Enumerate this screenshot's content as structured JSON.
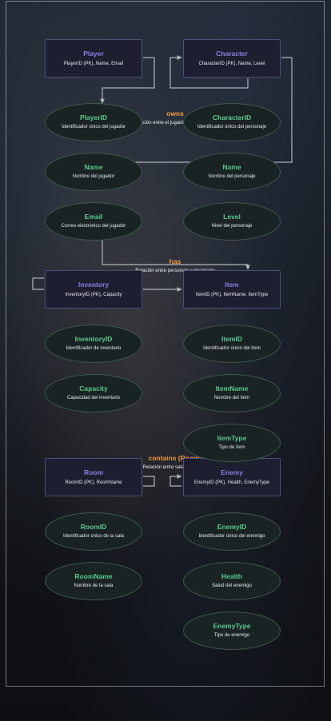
{
  "entities": {
    "player": {
      "name": "Player",
      "attrs": "PlayerID (PK), Name, Email"
    },
    "character": {
      "name": "Character",
      "attrs": "CharacterID (PK), Name, Level"
    },
    "inventory": {
      "name": "Inventory",
      "attrs": "InventoryID (PK), Capacity"
    },
    "item": {
      "name": "Item",
      "attrs": "ItemID (PK), ItemName, ItemType"
    },
    "room": {
      "name": "Room",
      "attrs": "RoomID (PK), RoomName"
    },
    "enemy": {
      "name": "Enemy",
      "attrs": "EnemyID (PK), Health, EnemyType"
    }
  },
  "attributes": {
    "player_id": {
      "name": "PlayerID",
      "desc": "Identificador único del jugador"
    },
    "character_id": {
      "name": "CharacterID",
      "desc": "Identificador único del personaje"
    },
    "player_name": {
      "name": "Name",
      "desc": "Nombre del jugador"
    },
    "character_name": {
      "name": "Name",
      "desc": "Nombre del personaje"
    },
    "email": {
      "name": "Email",
      "desc": "Correo electrónico del jugador"
    },
    "level": {
      "name": "Level",
      "desc": "Nivel del personaje"
    },
    "inventory_id": {
      "name": "InventoryID",
      "desc": "Identificador de inventario"
    },
    "item_id": {
      "name": "ItemID",
      "desc": "Identificador único del ítem"
    },
    "capacity": {
      "name": "Capacity",
      "desc": "Capacidad del inventario"
    },
    "item_name": {
      "name": "ItemName",
      "desc": "Nombre del ítem"
    },
    "item_type": {
      "name": "ItemType",
      "desc": "Tipo de ítem"
    },
    "room_id": {
      "name": "RoomID",
      "desc": "Identificador único de la sala"
    },
    "enemy_id": {
      "name": "EnemyID",
      "desc": "Identificador único del enemigo"
    },
    "room_name": {
      "name": "RoomName",
      "desc": "Nombre de la sala"
    },
    "health": {
      "name": "Health",
      "desc": "Salud del enemigo"
    },
    "enemy_type": {
      "name": "EnemyType",
      "desc": "Tipo de enemigo"
    }
  },
  "relationships": {
    "owns": {
      "name": "owns",
      "desc": "Relación entre el jugador y el personaje"
    },
    "has": {
      "name": "has",
      "desc": "Relación entre personaje e inventario"
    },
    "contains": {
      "name": "contains (Room)",
      "desc": "Relación entre sala y enemigo"
    }
  },
  "colors": {
    "entity_title": "#8a7fe0",
    "attribute_title": "#58c98c",
    "relationship_title": "#f09a3e",
    "connector": "#c8ccd4"
  }
}
